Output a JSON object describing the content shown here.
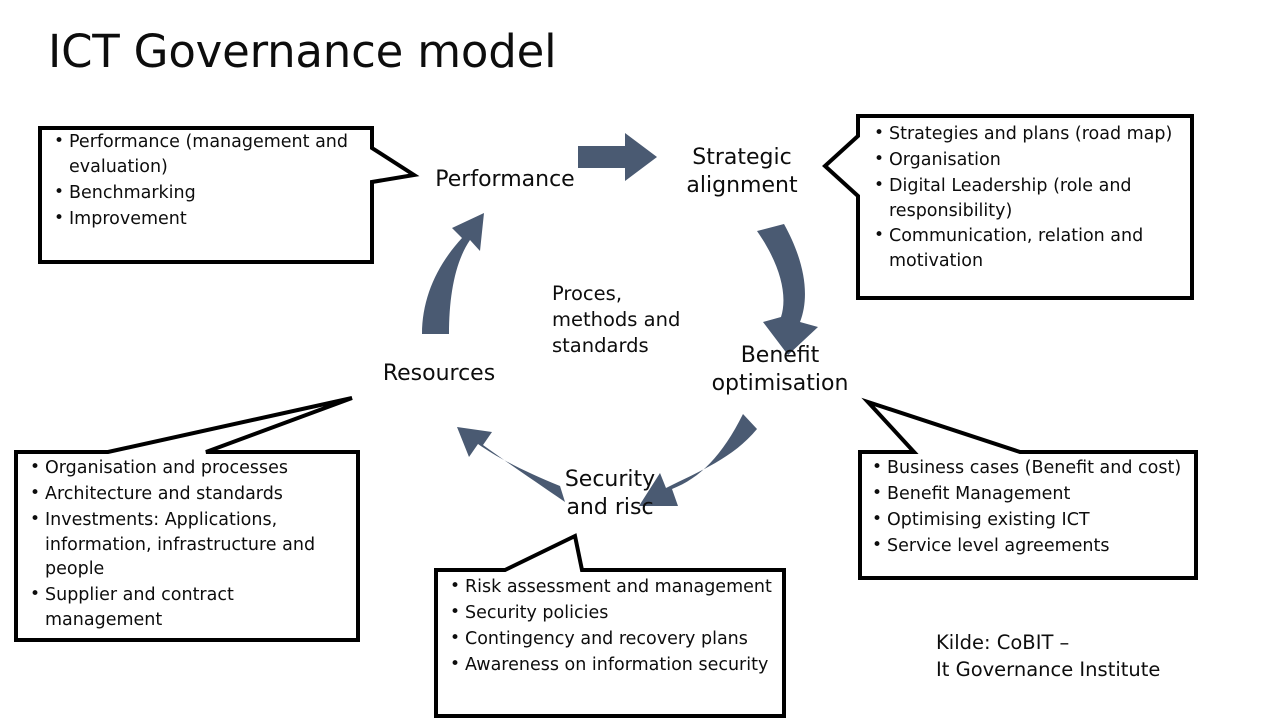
{
  "title": "ICT Governance model",
  "colors": {
    "arrow": "#4a5a72",
    "outline": "#000000",
    "text": "#0d0d0d",
    "background": "#ffffff"
  },
  "cycle": {
    "nodes": [
      {
        "id": "strategic-alignment",
        "label": "Strategic\nalignment"
      },
      {
        "id": "benefit-optimisation",
        "label": "Benefit\noptimisation"
      },
      {
        "id": "security-and-risc",
        "label": "Security\nand risc"
      },
      {
        "id": "resources",
        "label": "Resources"
      },
      {
        "id": "performance",
        "label": "Performance"
      }
    ],
    "center_label": "Proces,\nmethods and\nstandards"
  },
  "callouts": {
    "performance": {
      "target": "performance",
      "items": [
        "Performance (management and evaluation)",
        "Benchmarking",
        "Improvement"
      ]
    },
    "strategic_alignment": {
      "target": "strategic-alignment",
      "items": [
        "Strategies and plans (road map)",
        "Organisation",
        "Digital Leadership (role and responsibility)",
        "Communication, relation and motivation"
      ]
    },
    "resources": {
      "target": "resources",
      "items": [
        "Organisation and processes",
        "Architecture and standards",
        "Investments: Applications, information, infrastructure and people",
        "Supplier and contract management"
      ]
    },
    "benefit_optimisation": {
      "target": "benefit-optimisation",
      "items": [
        "Business cases (Benefit and cost)",
        "Benefit Management",
        "Optimising existing ICT",
        "Service level agreements"
      ]
    },
    "security_and_risc": {
      "target": "security-and-risc",
      "items": [
        "Risk assessment and management",
        "Security policies",
        "Contingency and recovery plans",
        "Awareness on information security"
      ]
    }
  },
  "source_note": "Kilde: CoBIT –\nIt Governance Institute"
}
